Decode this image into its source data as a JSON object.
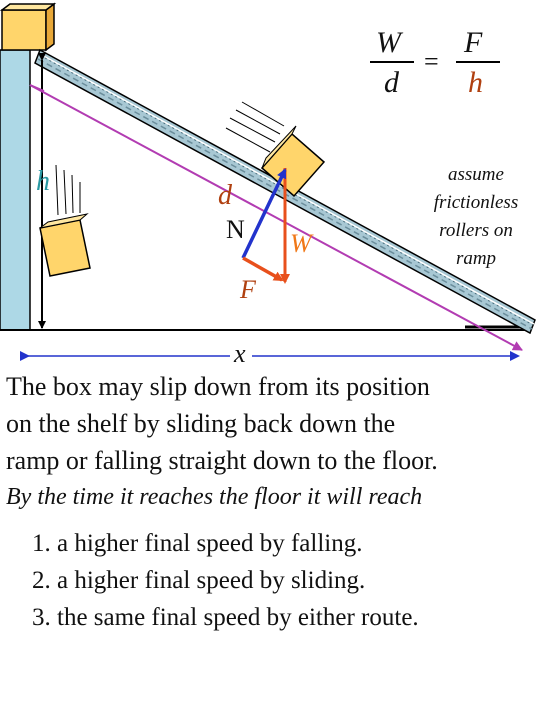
{
  "formula": {
    "W": "W",
    "d_label": "d",
    "F": "F",
    "h_label": "h",
    "equals": "="
  },
  "labels": {
    "h": "h",
    "d": "d",
    "N": "N",
    "W": "W",
    "F": "F",
    "x": "x"
  },
  "note": [
    "assume",
    "frictionless",
    "rollers on",
    "ramp"
  ],
  "paragraph": [
    "The box may slip down from its position",
    "on the shelf by sliding back down the",
    "ramp or falling straight down to the floor."
  ],
  "question": "By the time it reaches the floor it will reach",
  "choices": [
    "1. a higher final speed by falling.",
    "2. a higher final speed by sliding.",
    "3. the same final speed by either route."
  ],
  "colors": {
    "shelf": "#add8e6",
    "box": "#ffd56b",
    "ramp": "#a8c8d4",
    "magenta": "#b23cb2",
    "normal_vector": "#2233cc",
    "force_vector": "#e8501c",
    "weight_label": "#f07818",
    "teal_text": "#2a9aa4",
    "brown_text": "#b04010"
  }
}
